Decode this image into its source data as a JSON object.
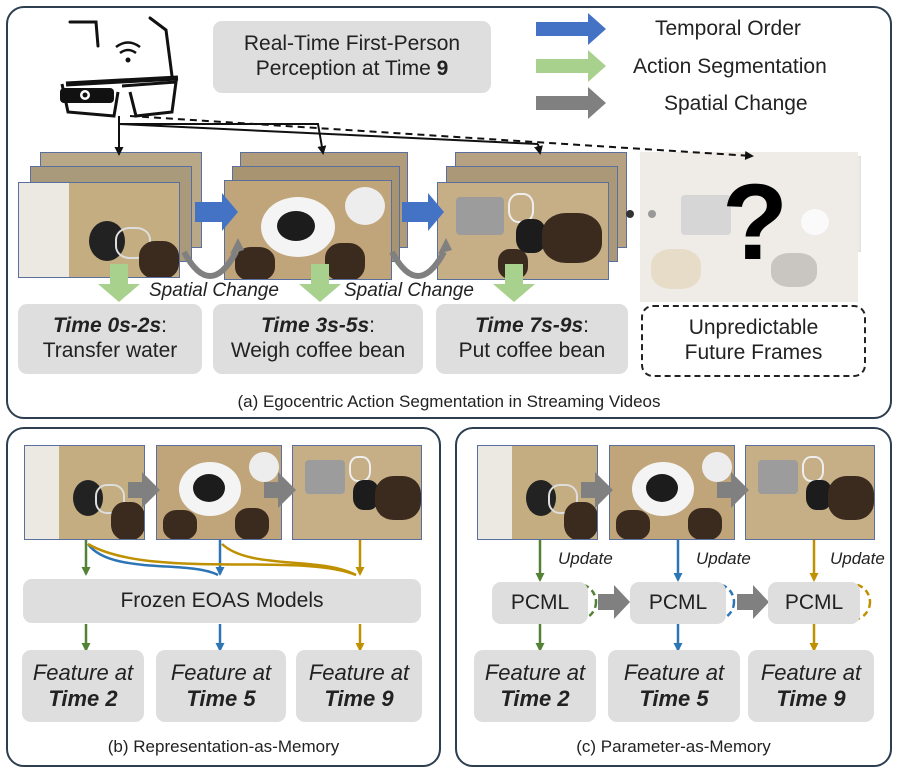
{
  "panel_a": {
    "title_line1": "Real-Time First-Person",
    "title_line2_prefix": "Perception at Time ",
    "title_time": "9",
    "legend": {
      "temporal": "Temporal Order",
      "segmentation": "Action Segmentation",
      "spatial": "Spatial Change"
    },
    "spatial_label": "Spatial Change",
    "segments": [
      {
        "time": "Time 0s-2s",
        "action": "Transfer water"
      },
      {
        "time": "Time 3s-5s",
        "action": "Weigh coffee bean"
      },
      {
        "time": "Time 7s-9s",
        "action": "Put coffee bean"
      }
    ],
    "future_line1": "Unpredictable",
    "future_line2": "Future Frames",
    "question_mark": "?",
    "caption": "(a) Egocentric Action Segmentation in Streaming Videos"
  },
  "panel_b": {
    "model_label": "Frozen EOAS Models",
    "feature_prefix": "Feature at",
    "features": [
      "Time 2",
      "Time 5",
      "Time 9"
    ],
    "caption": "(b) Representation-as-Memory"
  },
  "panel_c": {
    "model_label": "PCML",
    "update_label": "Update",
    "feature_prefix": "Feature at",
    "features": [
      "Time 2",
      "Time 5",
      "Time 9"
    ],
    "caption": "(c) Parameter-as-Memory"
  },
  "colors": {
    "blue": "#4472c4",
    "green": "#a9d18e",
    "gray": "#808080",
    "dark_green": "#548235",
    "dark_blue": "#2e75b6",
    "gold": "#bf9000",
    "box_gray": "#dedede",
    "border": "#2c3e50"
  }
}
